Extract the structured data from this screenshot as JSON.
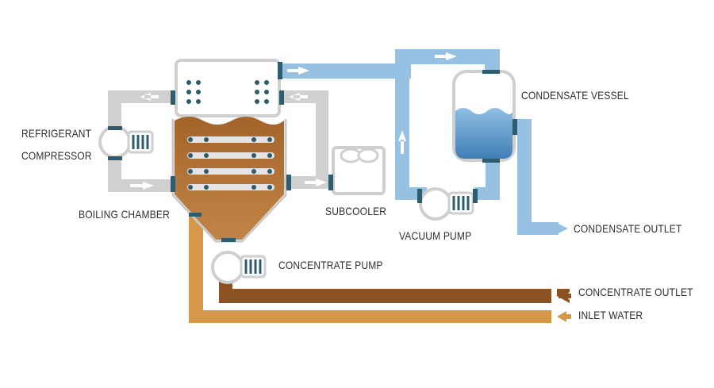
{
  "labels": {
    "refrigerant_compressor_line1": "REFRIGERANT",
    "refrigerant_compressor_line2": "COMPRESSOR",
    "boiling_chamber": "BOILING CHAMBER",
    "subcooler": "SUBCOOLER",
    "condensate_vessel": "CONDENSATE VESSEL",
    "vacuum_pump": "VACUUM PUMP",
    "condensate_outlet": "CONDENSATE OUTLET",
    "concentrate_pump": "CONCENTRATE PUMP",
    "concentrate_outlet": "CONCENTRATE OUTLET",
    "inlet_water": "INLET WATER"
  },
  "colors": {
    "refrigerant_pipe": "#d0d0d0",
    "vapor_pipe": "#96c1e2",
    "condensate_water": "#3f7fb6",
    "concentrate_pipe": "#8b5324",
    "inlet_pipe": "#d79749",
    "chamber_liquid": "#b06c2e",
    "flange": "#2d5c6e",
    "arrow": "#ffffff",
    "outline": "#c8c8c8"
  },
  "icons": {
    "flow_arrow": "white-arrow-icon",
    "pump": "pump-icon",
    "vessel": "tank-icon"
  }
}
